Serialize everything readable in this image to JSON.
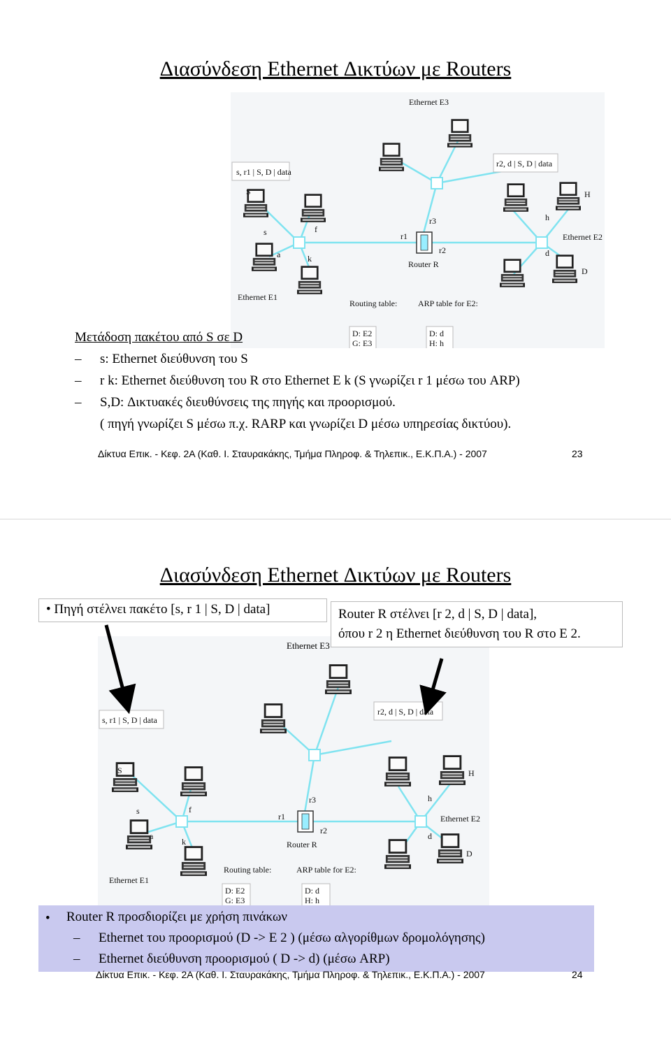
{
  "slide1": {
    "title": "Διασύνδεση Ethernet Δικτύων με Routers",
    "heading": "Μετάδοση πακέτου από S σε D",
    "bullets": [
      "s: Ethernet διεύθυνση του S",
      "r k: Ethernet διεύθυνση του R στο Ethernet E k (S γνωρίζει r 1 μέσω του ARP)",
      "S,D: Δικτυακές διευθύνσεις της πηγής και προορισμού."
    ],
    "note": "( πηγή γνωρίζει S μέσω π.χ. RARP και γνωρίζει D μέσω υπηρεσίας δικτύου).",
    "footer": "Δίκτυα Επικ. - Κεφ. 2Α (Καθ. Ι. Σταυρακάκης, Τμήμα Πληροφ. & Τηλεπικ., Ε.Κ.Π.Α.) - 2007",
    "page": "23"
  },
  "slide2": {
    "title": "Διασύνδεση Ethernet Δικτύων με Routers",
    "source_box": "Πηγή στέλνει πακέτο  [s, r 1 | S, D | data]",
    "router_box_line1": "Router R στέλνει [r 2, d | S, D | data],",
    "router_box_line2": "όπου r 2  η Ethernet διεύθυνση του R στο E 2.",
    "bottom_bullet": "Router R προσδιορίζει με χρήση πινάκων",
    "bottom_sub1": "Ethernet του προορισμού (D   ->   E 2 ) (μέσω αλγορίθμων δρομολόγησης)",
    "bottom_sub2": "Ethernet διεύθυνση προορισμού ( D   ->   d) (μέσω ARP)",
    "footer": "Δίκτυα Επικ. - Κεφ. 2Α (Καθ. Ι. Σταυρακάκης, Τμήμα Πληροφ. & Τηλεπικ., Ε.Κ.Π.Α.) - 2007",
    "page": "24"
  },
  "diagram": {
    "ethernet_e3": "Ethernet E3",
    "ethernet_e2": "Ethernet E2",
    "ethernet_e1": "Ethernet E1",
    "packet_left": "s, r1 | S, D | data",
    "packet_right": "r2, d | S, D | data",
    "node_S": "S",
    "node_H": "H",
    "node_D": "D",
    "label_s": "s",
    "label_a": "a",
    "label_k": "k",
    "label_f": "f",
    "label_h": "h",
    "label_d": "d",
    "label_r1": "r1",
    "label_r2": "r2",
    "label_r3": "r3",
    "router_label": "Router R",
    "routing_title": "Routing table:",
    "routing_rows": [
      "D: E2",
      "G: E3"
    ],
    "arp_title": "ARP table for E2:",
    "arp_rows": [
      "D: d",
      "H: h"
    ]
  },
  "colors": {
    "link": "#7fe3f0",
    "callout": "#c9c9ef",
    "arrow": "#000000"
  }
}
